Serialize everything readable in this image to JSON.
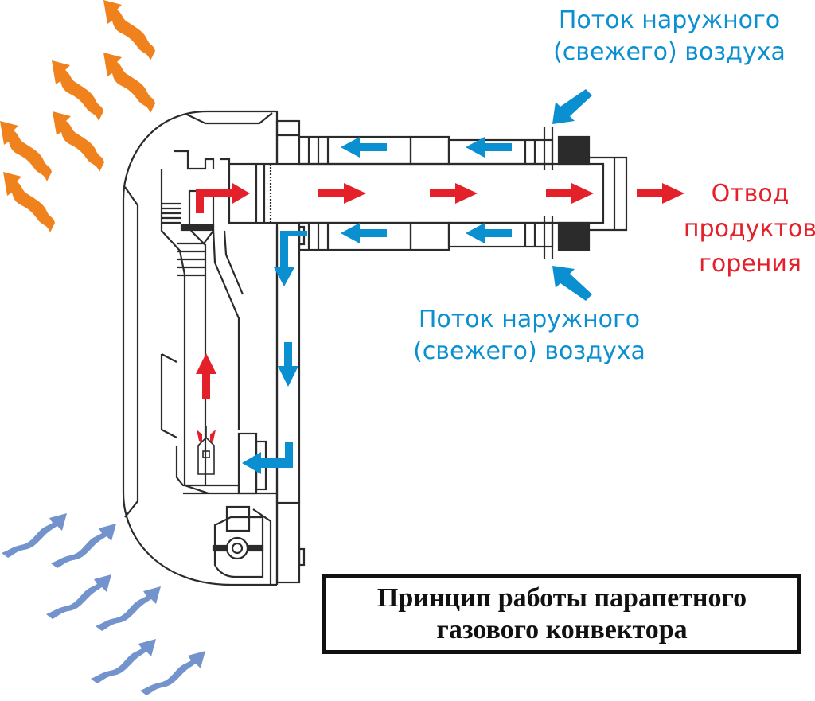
{
  "title": {
    "line1": "Принцип работы парапетного",
    "line2": "газового конвектора"
  },
  "labels": {
    "fresh_air_top": {
      "line1": "Поток наружного",
      "line2": "(свежего) воздуха"
    },
    "fresh_air_bottom": {
      "line1": "Поток наружного",
      "line2": "(свежего) воздуха"
    },
    "exhaust": {
      "line1": "Отвод",
      "line2": "продуктов",
      "line3": "горения"
    }
  },
  "colors": {
    "fresh_air": "#0a8fd0",
    "combustion": "#e4202a",
    "warm_air": "#f0821e",
    "cold_air": "#7393cc",
    "outline": "#2b2b2b"
  },
  "legend": {
    "warm_air_out": "warm-air-wave-arrows",
    "cold_air_in": "cold-air-wave-arrows"
  }
}
